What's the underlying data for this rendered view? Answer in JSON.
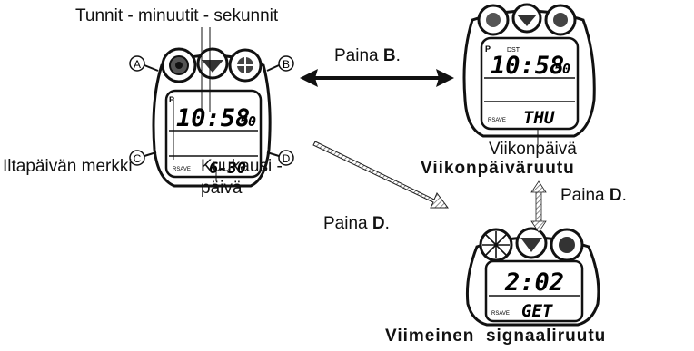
{
  "labels": {
    "time_parts": "Tunnit - minuutit - sekunnit",
    "press_b_prefix": "Paina ",
    "press_b_key": "B",
    "press_b_suffix": ".",
    "weekday": "Viikonpäivä",
    "pm_indicator": "Iltapäivän merkki",
    "month_day_line1": "Kuukausi -",
    "month_day_line2": "päivä",
    "weekday_screen": "Viikonpäiväruutu",
    "press_d_right_prefix": "Paina ",
    "press_d_right_key": "D",
    "press_d_right_suffix": ".",
    "press_d_left_prefix": "Paina ",
    "press_d_left_key": "D",
    "press_d_left_suffix": ".",
    "last_signal_screen": "Viimeinen  signaaliruutu"
  },
  "watch_main": {
    "button_a": "A",
    "button_b": "B",
    "button_c": "C",
    "button_d": "D",
    "pm_mark": "P",
    "time_hm": "10:58",
    "time_sec": "50",
    "rsave": "RSAVE",
    "date": "6-30"
  },
  "watch_weekday": {
    "pm_mark": "P",
    "dst": "DST",
    "time_hm": "10:58",
    "time_sec": "50",
    "rsave": "RSAVE",
    "day": "THU"
  },
  "watch_signal": {
    "time": "2:02",
    "rsave": "RSAVE",
    "status": "GET"
  }
}
